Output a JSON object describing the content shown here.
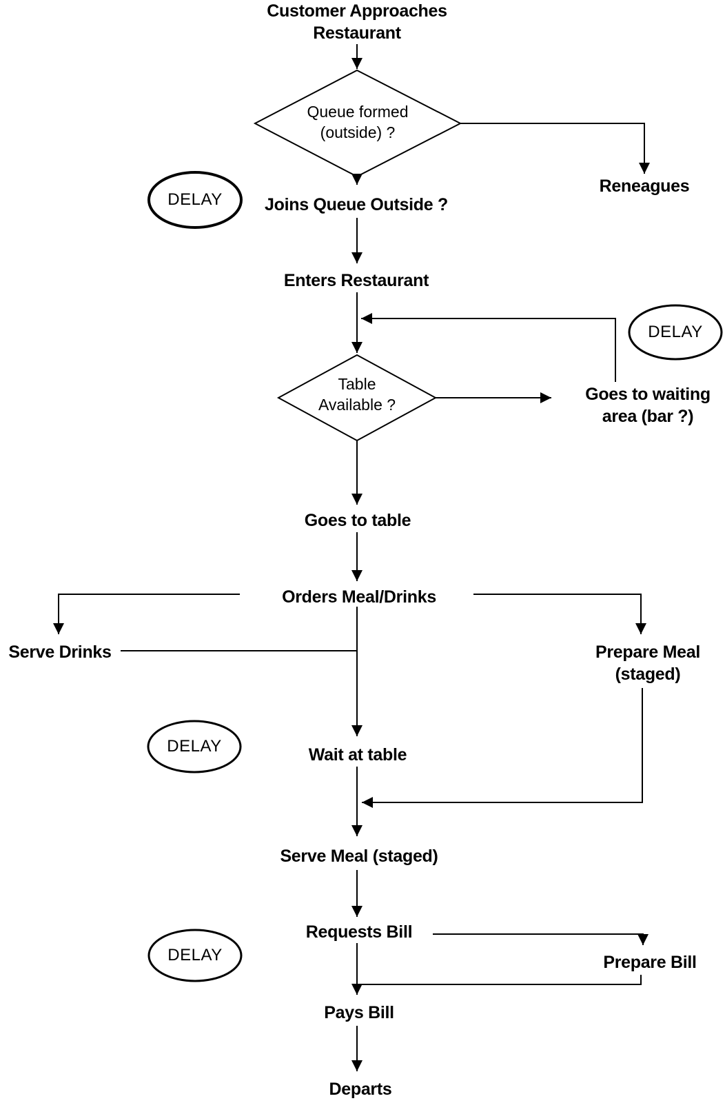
{
  "colors": {
    "line": "#000000",
    "text": "#000000",
    "background": "#ffffff"
  },
  "flowchart": {
    "start": {
      "line1": "Customer Approaches",
      "line2": "Restaurant"
    },
    "decision_queue": {
      "line1": "Queue formed",
      "line2": "(outside) ?"
    },
    "reneagues": {
      "label": "Reneagues"
    },
    "delay": {
      "label": "DELAY"
    },
    "joins_queue": {
      "label": "Joins Queue Outside ?"
    },
    "enters_restaurant": {
      "label": "Enters Restaurant"
    },
    "decision_table": {
      "line1": "Table",
      "line2": "Available ?"
    },
    "waiting_area": {
      "line1": "Goes to waiting",
      "line2": "area (bar ?)"
    },
    "goes_to_table": {
      "label": "Goes to table"
    },
    "orders": {
      "label": "Orders Meal/Drinks"
    },
    "serve_drinks": {
      "label": "Serve Drinks"
    },
    "prepare_meal": {
      "line1": "Prepare Meal",
      "line2": "(staged)"
    },
    "wait_at_table": {
      "label": "Wait at table"
    },
    "serve_meal": {
      "label": "Serve Meal (staged)"
    },
    "requests_bill": {
      "label": "Requests Bill"
    },
    "prepare_bill": {
      "label": "Prepare Bill"
    },
    "pays_bill": {
      "label": "Pays Bill"
    },
    "departs": {
      "label": "Departs"
    }
  }
}
